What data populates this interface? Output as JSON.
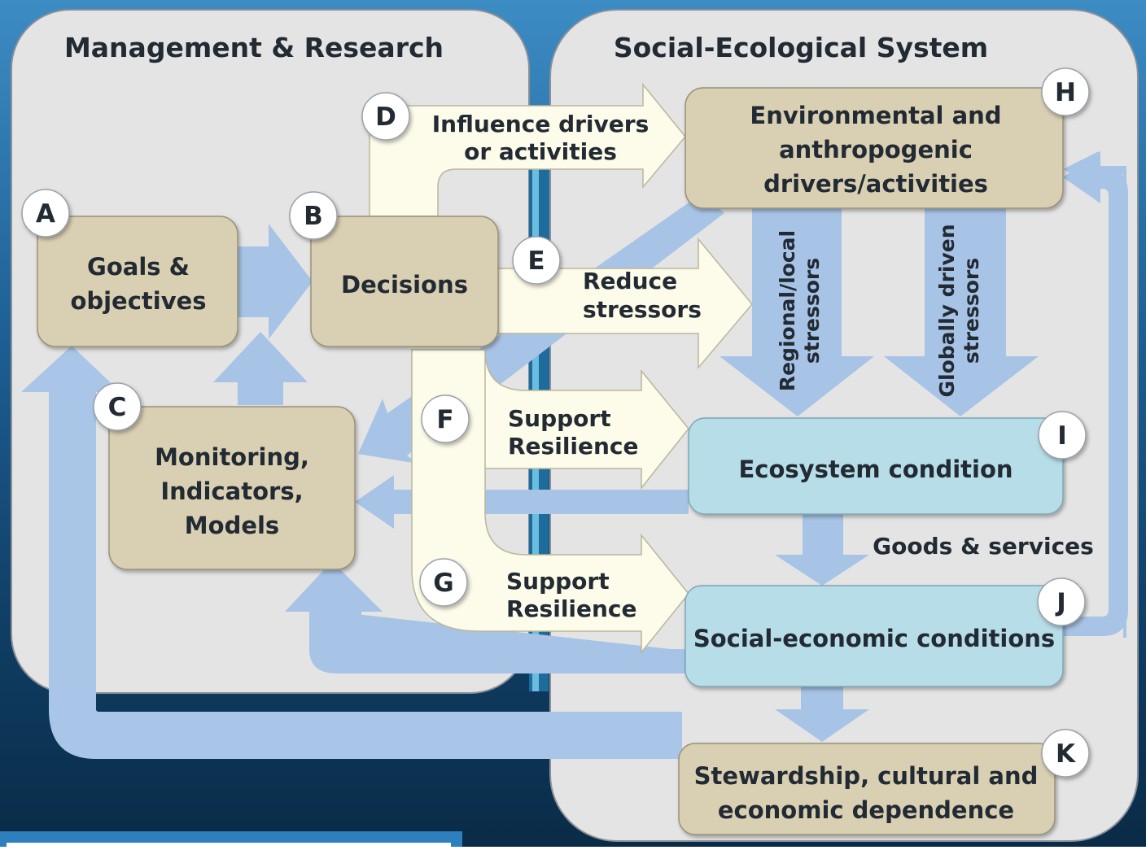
{
  "panels": {
    "management_title": "Management & Research",
    "ses_title": "Social-Ecological System"
  },
  "nodes": {
    "goals": {
      "letter": "A",
      "lines": [
        "Goals &",
        "objectives"
      ]
    },
    "decisions": {
      "letter": "B",
      "lines": [
        "Decisions"
      ]
    },
    "monitoring": {
      "letter": "C",
      "lines": [
        "Monitoring,",
        "Indicators,",
        "Models"
      ]
    },
    "drivers": {
      "letter": "H",
      "lines": [
        "Environmental and",
        "anthropogenic",
        "drivers/activities"
      ]
    },
    "ecosystem": {
      "letter": "I",
      "lines": [
        "Ecosystem condition"
      ]
    },
    "socioeconomic": {
      "letter": "J",
      "lines": [
        "Social-economic conditions"
      ]
    },
    "stewardship": {
      "letter": "K",
      "lines": [
        "Stewardship, cultural and",
        "economic dependence"
      ]
    }
  },
  "actions": {
    "influence": {
      "letter": "D",
      "lines": [
        "Influence drivers",
        "or activities"
      ]
    },
    "reduce": {
      "letter": "E",
      "lines": [
        "Reduce",
        "stressors"
      ]
    },
    "support_f": {
      "letter": "F",
      "lines": [
        "Support",
        "Resilience"
      ]
    },
    "support_g": {
      "letter": "G",
      "lines": [
        "Support",
        "Resilience"
      ]
    }
  },
  "flows": {
    "regional": [
      "Regional/local",
      "stressors"
    ],
    "global": [
      "Globally driven",
      "stressors"
    ],
    "goods": "Goods & services"
  },
  "colors": {
    "panel": "#e4e4e4",
    "node_tan": "#d9cfb2",
    "node_blue": "#b7dde8",
    "arrow_blue": "#a7c3e6",
    "action_cream": "#fdfbe9",
    "text": "#222a33"
  }
}
